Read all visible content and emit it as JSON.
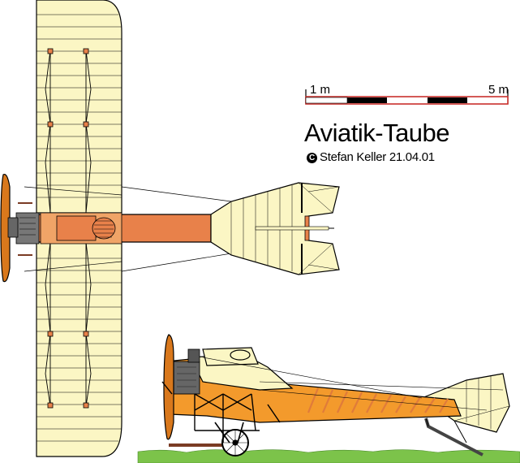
{
  "title": "Aviatik-Taube",
  "credit": {
    "symbol": "C",
    "text": "Stefan Keller 21.04.01"
  },
  "scale_bar": {
    "start_label": "1 m",
    "end_label": "5 m"
  },
  "colors": {
    "wing_fill": "#fbf6c4",
    "fuselage_orange": "#e8814a",
    "stripe_orange": "#f39a2c",
    "propeller": "#d9781c",
    "engine": "#555555",
    "ground": "#7cc34a",
    "skid": "#7a3b24",
    "outline": "#000000"
  },
  "icons": {
    "copyright": "copyright-icon"
  }
}
